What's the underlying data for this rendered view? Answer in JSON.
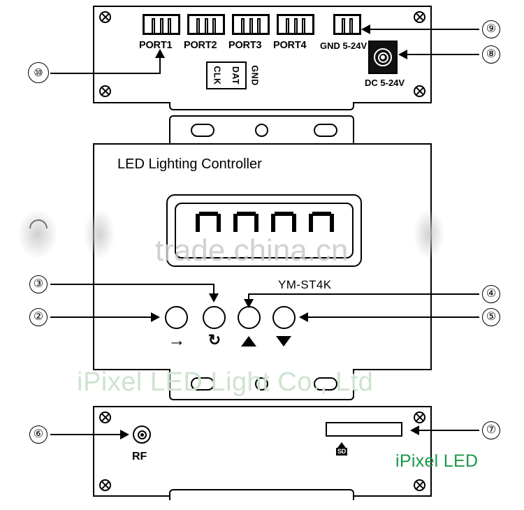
{
  "diagram": {
    "title": "LED Lighting Controller product callout diagram",
    "brand_color": "#1a9949"
  },
  "top_board": {
    "ports": [
      {
        "label": "PORT1",
        "pins": 3
      },
      {
        "label": "PORT2",
        "pins": 3
      },
      {
        "label": "PORT3",
        "pins": 3
      },
      {
        "label": "PORT4",
        "pins": 3
      }
    ],
    "power_terminal": {
      "label": "GND 5-24V",
      "pins": 2
    },
    "dc_jack": {
      "label": "DC 5-24V"
    },
    "silkscreen": {
      "pin1": "CLK",
      "pin2": "DAT",
      "pin3": "GND"
    }
  },
  "middle_board": {
    "title": "LED Lighting Controller",
    "model": "YM-ST4K",
    "display": {
      "digit_count": 4,
      "digits": [
        "",
        "",
        "",
        ""
      ]
    },
    "buttons": [
      {
        "name": "mode",
        "glyph": "→"
      },
      {
        "name": "cycle",
        "glyph": "↻"
      },
      {
        "name": "up",
        "glyph": "▲"
      },
      {
        "name": "down",
        "glyph": "▼"
      }
    ]
  },
  "bottom_board": {
    "rf": {
      "label": "RF"
    },
    "sd": {
      "label": "SD"
    }
  },
  "callouts": [
    {
      "number": "②",
      "id": "2"
    },
    {
      "number": "③",
      "id": "3"
    },
    {
      "number": "④",
      "id": "4"
    },
    {
      "number": "⑤",
      "id": "5"
    },
    {
      "number": "⑥",
      "id": "6"
    },
    {
      "number": "⑦",
      "id": "7"
    },
    {
      "number": "⑧",
      "id": "8"
    },
    {
      "number": "⑨",
      "id": "9"
    },
    {
      "number": "⑩",
      "id": "10"
    }
  ],
  "watermarks": {
    "trade": "trade.china.cn",
    "company_faded": "iPixel LED Light Co., Ltd",
    "brand_green": "iPixel LED"
  }
}
